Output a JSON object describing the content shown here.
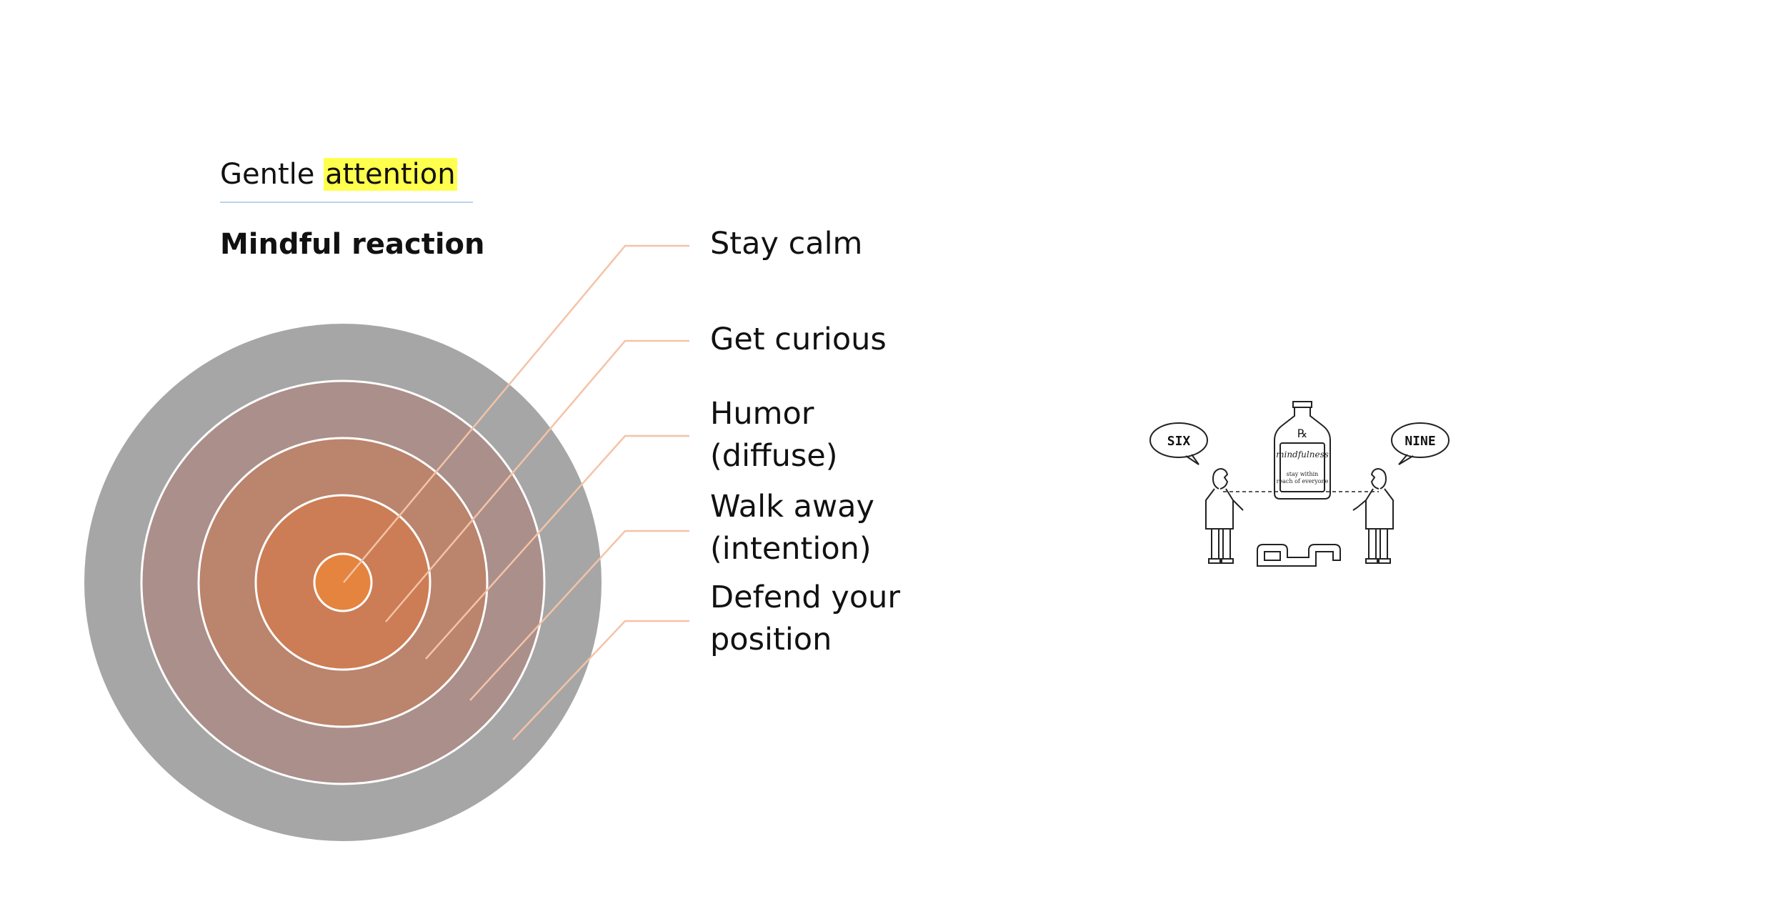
{
  "heading": {
    "gentle_prefix": "Gentle",
    "gentle_highlight": "attention",
    "mindful": "Mindful reaction"
  },
  "diagram": {
    "rings": [
      {
        "name": "outer",
        "color": "#a6a6a6"
      },
      {
        "name": "ring-2",
        "color": "#ab8f8b"
      },
      {
        "name": "ring-3",
        "color": "#bb846c"
      },
      {
        "name": "ring-4",
        "color": "#cc7d55"
      },
      {
        "name": "center",
        "color": "#e5843f"
      }
    ],
    "leader_color": "#f4c3a6",
    "ring_border_color": "#ffffff",
    "labels": [
      {
        "line1": "Stay calm",
        "line2": ""
      },
      {
        "line1": "Get curious",
        "line2": ""
      },
      {
        "line1": "Humor",
        "line2": "(diffuse)"
      },
      {
        "line1": "Walk away",
        "line2": "(intention)"
      },
      {
        "line1": "Defend your",
        "line2": "position"
      }
    ]
  },
  "cartoon": {
    "left_bubble": "SIX",
    "right_bubble": "NINE",
    "bottle_symbol": "℞",
    "bottle_label": "mindfulness",
    "bottle_note_line1": "stay within",
    "bottle_note_line2": "reach of everyone"
  }
}
